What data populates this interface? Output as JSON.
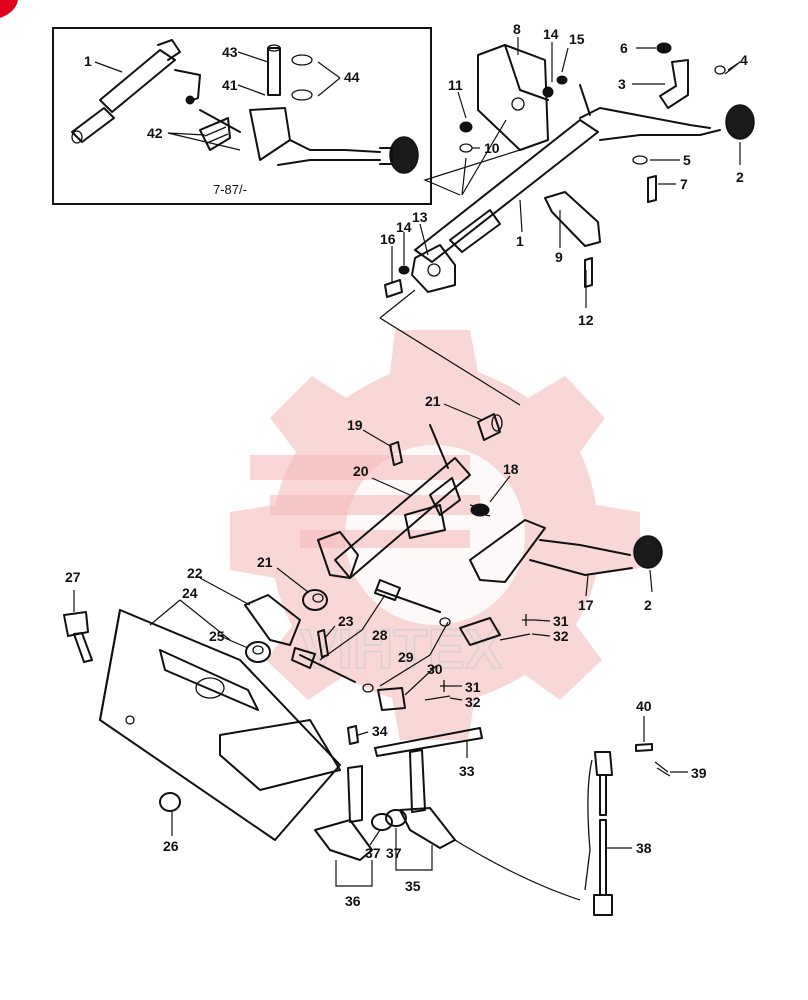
{
  "inset": {
    "caption": "7-87/-"
  },
  "watermark": {
    "brand": "VIHTEX"
  },
  "callouts": [
    "1",
    "2",
    "3",
    "4",
    "5",
    "6",
    "7",
    "8",
    "9",
    "10",
    "11",
    "12",
    "13",
    "14",
    "15",
    "16",
    "17",
    "18",
    "19",
    "20",
    "21",
    "22",
    "23",
    "24",
    "25",
    "26",
    "27",
    "28",
    "29",
    "30",
    "31",
    "32",
    "33",
    "34",
    "35",
    "36",
    "37",
    "38",
    "39",
    "40",
    "41",
    "42",
    "43",
    "44"
  ],
  "colors": {
    "ink": "#111111",
    "watermark": "#f4b7b7",
    "badge": "#e0001b"
  },
  "icons": [
    "red-corner-badge-icon",
    "gear-watermark-icon"
  ]
}
